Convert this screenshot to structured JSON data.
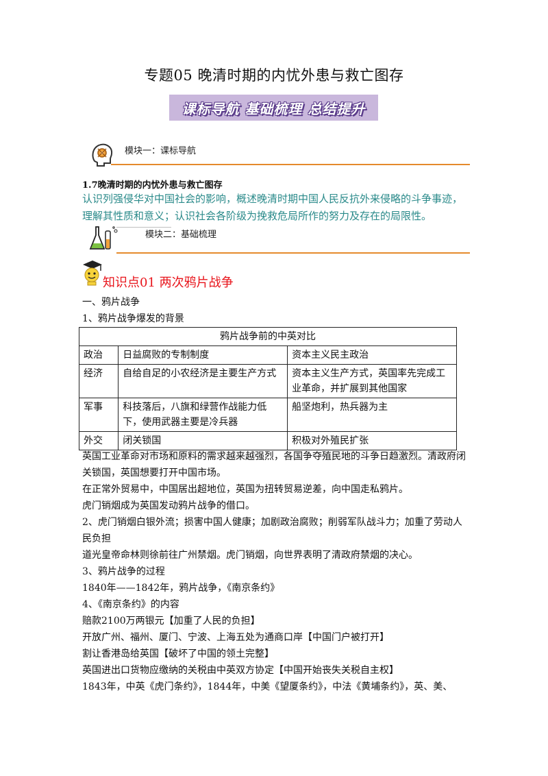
{
  "header": {
    "title": "专题05  晚清时期的内忧外患与救亡图存",
    "banner": "课标导航 基础梳理 总结提升"
  },
  "module1": {
    "label": "模块一：课标导航",
    "icon": "brain-gear-icon"
  },
  "standard": {
    "heading": "1.7晚清时期的内忧外患与救亡图存",
    "body": "认识列强侵华对中国社会的影响，概述晚清时期中国人民反抗外来侵略的斗争事迹，理解其性质和意义；认识社会各阶级为挽救危局所作的努力及存在的局限性。"
  },
  "module2": {
    "label": "模块二：基础梳理",
    "icon": "lab-flask-icon"
  },
  "knowledge_point": {
    "title": "知识点01  两次鸦片战争",
    "icon": "scholar-mascot-icon"
  },
  "section1": "一、鸦片战争",
  "sub1": "1、鸦片战争爆发的背景",
  "table": {
    "caption": "鸦片战争前的中英对比",
    "rows": [
      [
        "政治",
        "日益腐败的专制制度",
        "资本主义民主政治"
      ],
      [
        "经济",
        "自给自足的小农经济是主要生产方式",
        "资本主义生产方式，英国率先完成工业革命，并扩展到其他国家"
      ],
      [
        "军事",
        "科技落后，八旗和绿营作战能力低下，使用武器主要是冷兵器",
        "船坚炮利，热兵器为主"
      ],
      [
        "外交",
        "闭关锁国",
        "积极对外殖民扩张"
      ]
    ]
  },
  "paragraphs": [
    "英国工业革命对市场和原料的需求越来越强烈，各国争夺殖民地的斗争日趋激烈。清政府闭关锁国，英国想要打开中国市场。",
    "在正常外贸易中，中国居出超地位，英国为扭转贸易逆差，向中国走私鸦片。",
    "虎门销烟成为英国发动鸦片战争的借口。",
    "2、虎门销烟白银外流；损害中国人健康；加剧政治腐败；削弱军队战斗力；加重了劳动人民负担",
    "道光皇帝命林则徐前往广州禁烟。虎门销烟，向世界表明了清政府禁烟的决心。",
    "3、鸦片战争的过程",
    "1840年——1842年，鸦片战争，《南京条约》",
    "4、《南京条约》的内容",
    "赔款2100万两银元【加重了人民的负担】",
    "开放广州、福州、厦门、宁波、上海五处为通商口岸【中国门户被打开】",
    "割让香港岛给英国【破坏了中国的领土完整】",
    "英国进出口货物应缴纳的关税由中英双方协定【中国开始丧失关税自主权】",
    "1843年，中英《虎门条约》，1844年，中美《望厦条约》，中法《黄埔条约》，英、美、"
  ],
  "colors": {
    "accent_orange": "#e58a2c",
    "teal_text": "#2a8a8a",
    "red_title": "#e8141b",
    "banner_bg": "#c9b7dc"
  }
}
